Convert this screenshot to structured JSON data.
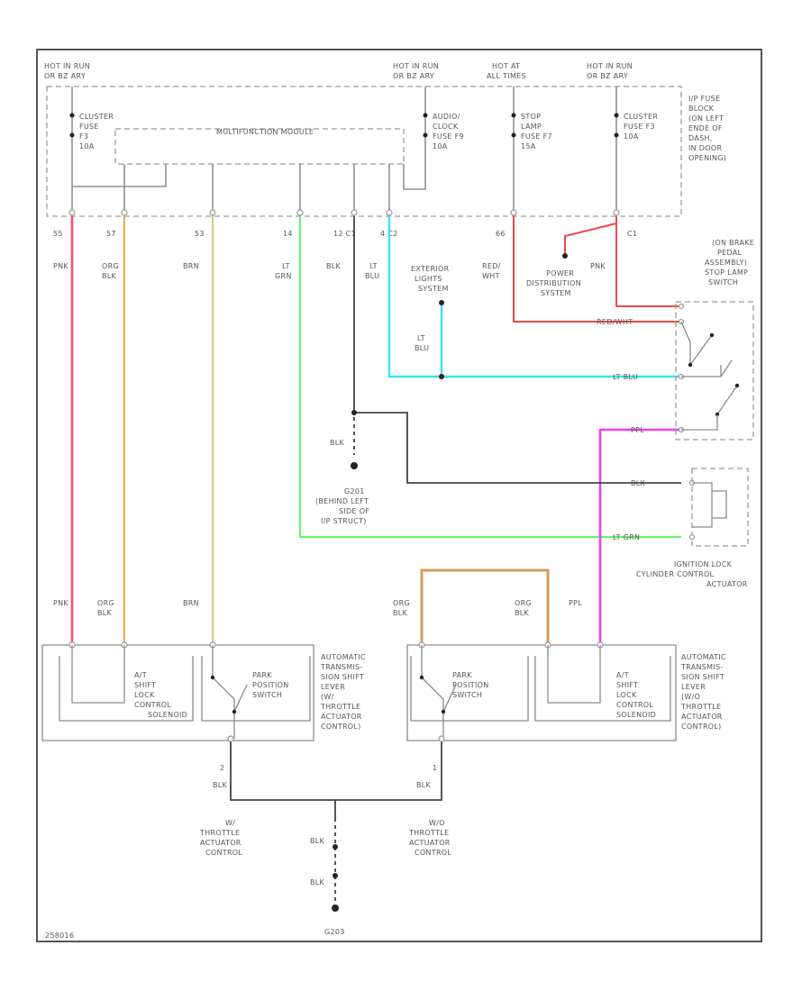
{
  "supply": {
    "hot_run_1": "HOT IN RUN",
    "hot_run_1_sub": "OR BZ ARY",
    "hot_run_2": "HOT IN RUN",
    "hot_run_2_sub": "OR BZ ARY",
    "hot_at": "HOT AT",
    "hot_at_sub": "ALL TIMES",
    "hot_run_3": "HOT IN RUN",
    "hot_run_3_sub": "OR BZ ARY"
  },
  "fuse_block": [
    "I/P FUSE",
    "BLOCK",
    "(ON LEFT",
    "ENDE OF",
    "DASH,",
    "IN DOOR",
    "OPENING)"
  ],
  "fuses": {
    "cluster_left": [
      "CLUSTER",
      "FUSE",
      "F3",
      "10A"
    ],
    "audio": [
      "AUDIO/",
      "CLOCK",
      "FUSE F9",
      "10A"
    ],
    "stop_lamp": [
      "STOP",
      "LAMP",
      "FUSE F7",
      "15A"
    ],
    "cluster_right": [
      "CLUSTER",
      "FUSE F3",
      "10A"
    ]
  },
  "module": {
    "label": "MULTIFUNCTION MODULE"
  },
  "terminals": {
    "t1": "55",
    "t2": "57",
    "t3": "53",
    "t4": "14",
    "t5": "12 C1",
    "t6": "4 C2",
    "t7": "66",
    "t8": "C1"
  },
  "wires": {
    "pnk_top": "PNK",
    "org_top": [
      "ORG",
      "BLK"
    ],
    "brn_top": "BRN",
    "grn_top": [
      "LT",
      "GRN"
    ],
    "blk_top": "BLK",
    "cyan_top": [
      "LT",
      "BLU"
    ],
    "red_top": [
      "RED/",
      "WHT"
    ],
    "pnk_right": "PNK",
    "lt_blu_label": [
      "LT",
      "BLU"
    ],
    "red_wht_h": "RED/WHT",
    "lt_blu_h": "LT BLU",
    "ppl_h": "PPL",
    "blk_h": "BLK",
    "lt_grn_h": "LT GRN",
    "blk_ground": "BLK",
    "pnk_low": "PNK",
    "org_low": [
      "ORG",
      "BLK"
    ],
    "brn_low": "BRN",
    "org_low2": [
      "ORG",
      "BLK"
    ],
    "org_low3": [
      "ORG",
      "BLK"
    ],
    "ppl_low": "PPL",
    "blk_low1": "BLK",
    "blk_low2": "BLK",
    "blk_g1": "BLK",
    "blk_g2": "BLK",
    "pin_2": "2",
    "pin_1": "1"
  },
  "ext_lights": [
    "EXTERIOR",
    "LIGHTS",
    "SYSTEM"
  ],
  "power_dist": [
    "POWER",
    "DISTRIBUTION",
    "SYSTEM"
  ],
  "brake_switch": [
    "(ON BRAKE",
    "PEDAL",
    "ASSEMBLY)",
    "STOP LAMP",
    "SWITCH"
  ],
  "ground_g201": [
    "G201",
    "(BEHIND LEFT",
    "SIDE OF",
    "I/P STRUCT)"
  ],
  "ground_g203": "G203",
  "ignition_actuator": [
    "IGNITION LOCK",
    "CYLINDER CONTROL",
    "ACTUATOR"
  ],
  "left_solenoid": [
    "A/T",
    "SHIFT",
    "LOCK",
    "CONTROL",
    "SOLENOID"
  ],
  "left_park": [
    "PARK",
    "POSITION",
    "SWITCH"
  ],
  "left_assembly": [
    "AUTOMATIC",
    "TRANSMIS-",
    "SION SHIFT",
    "LEVER",
    "(W/",
    "THROTTLE",
    "ACTUATOR",
    "CONTROL)"
  ],
  "right_park": [
    "PARK",
    "POSITION",
    "SWITCH"
  ],
  "right_solenoid": [
    "A/T",
    "SHIFT",
    "LOCK",
    "CONTROL",
    "SOLENOID"
  ],
  "right_assembly": [
    "AUTOMATIC",
    "TRANSMIS-",
    "SION SHIFT",
    "LEVER",
    "(W/O",
    "THROTTLE",
    "ACTUATOR",
    "CONTROL)"
  ],
  "with_throttle": [
    "W/",
    "THROTTLE",
    "ACTUATOR",
    "CONTROL"
  ],
  "without_throttle": [
    "W/O",
    "THROTTLE",
    "ACTUATOR",
    "CONTROL"
  ],
  "diagram_id": "258016"
}
